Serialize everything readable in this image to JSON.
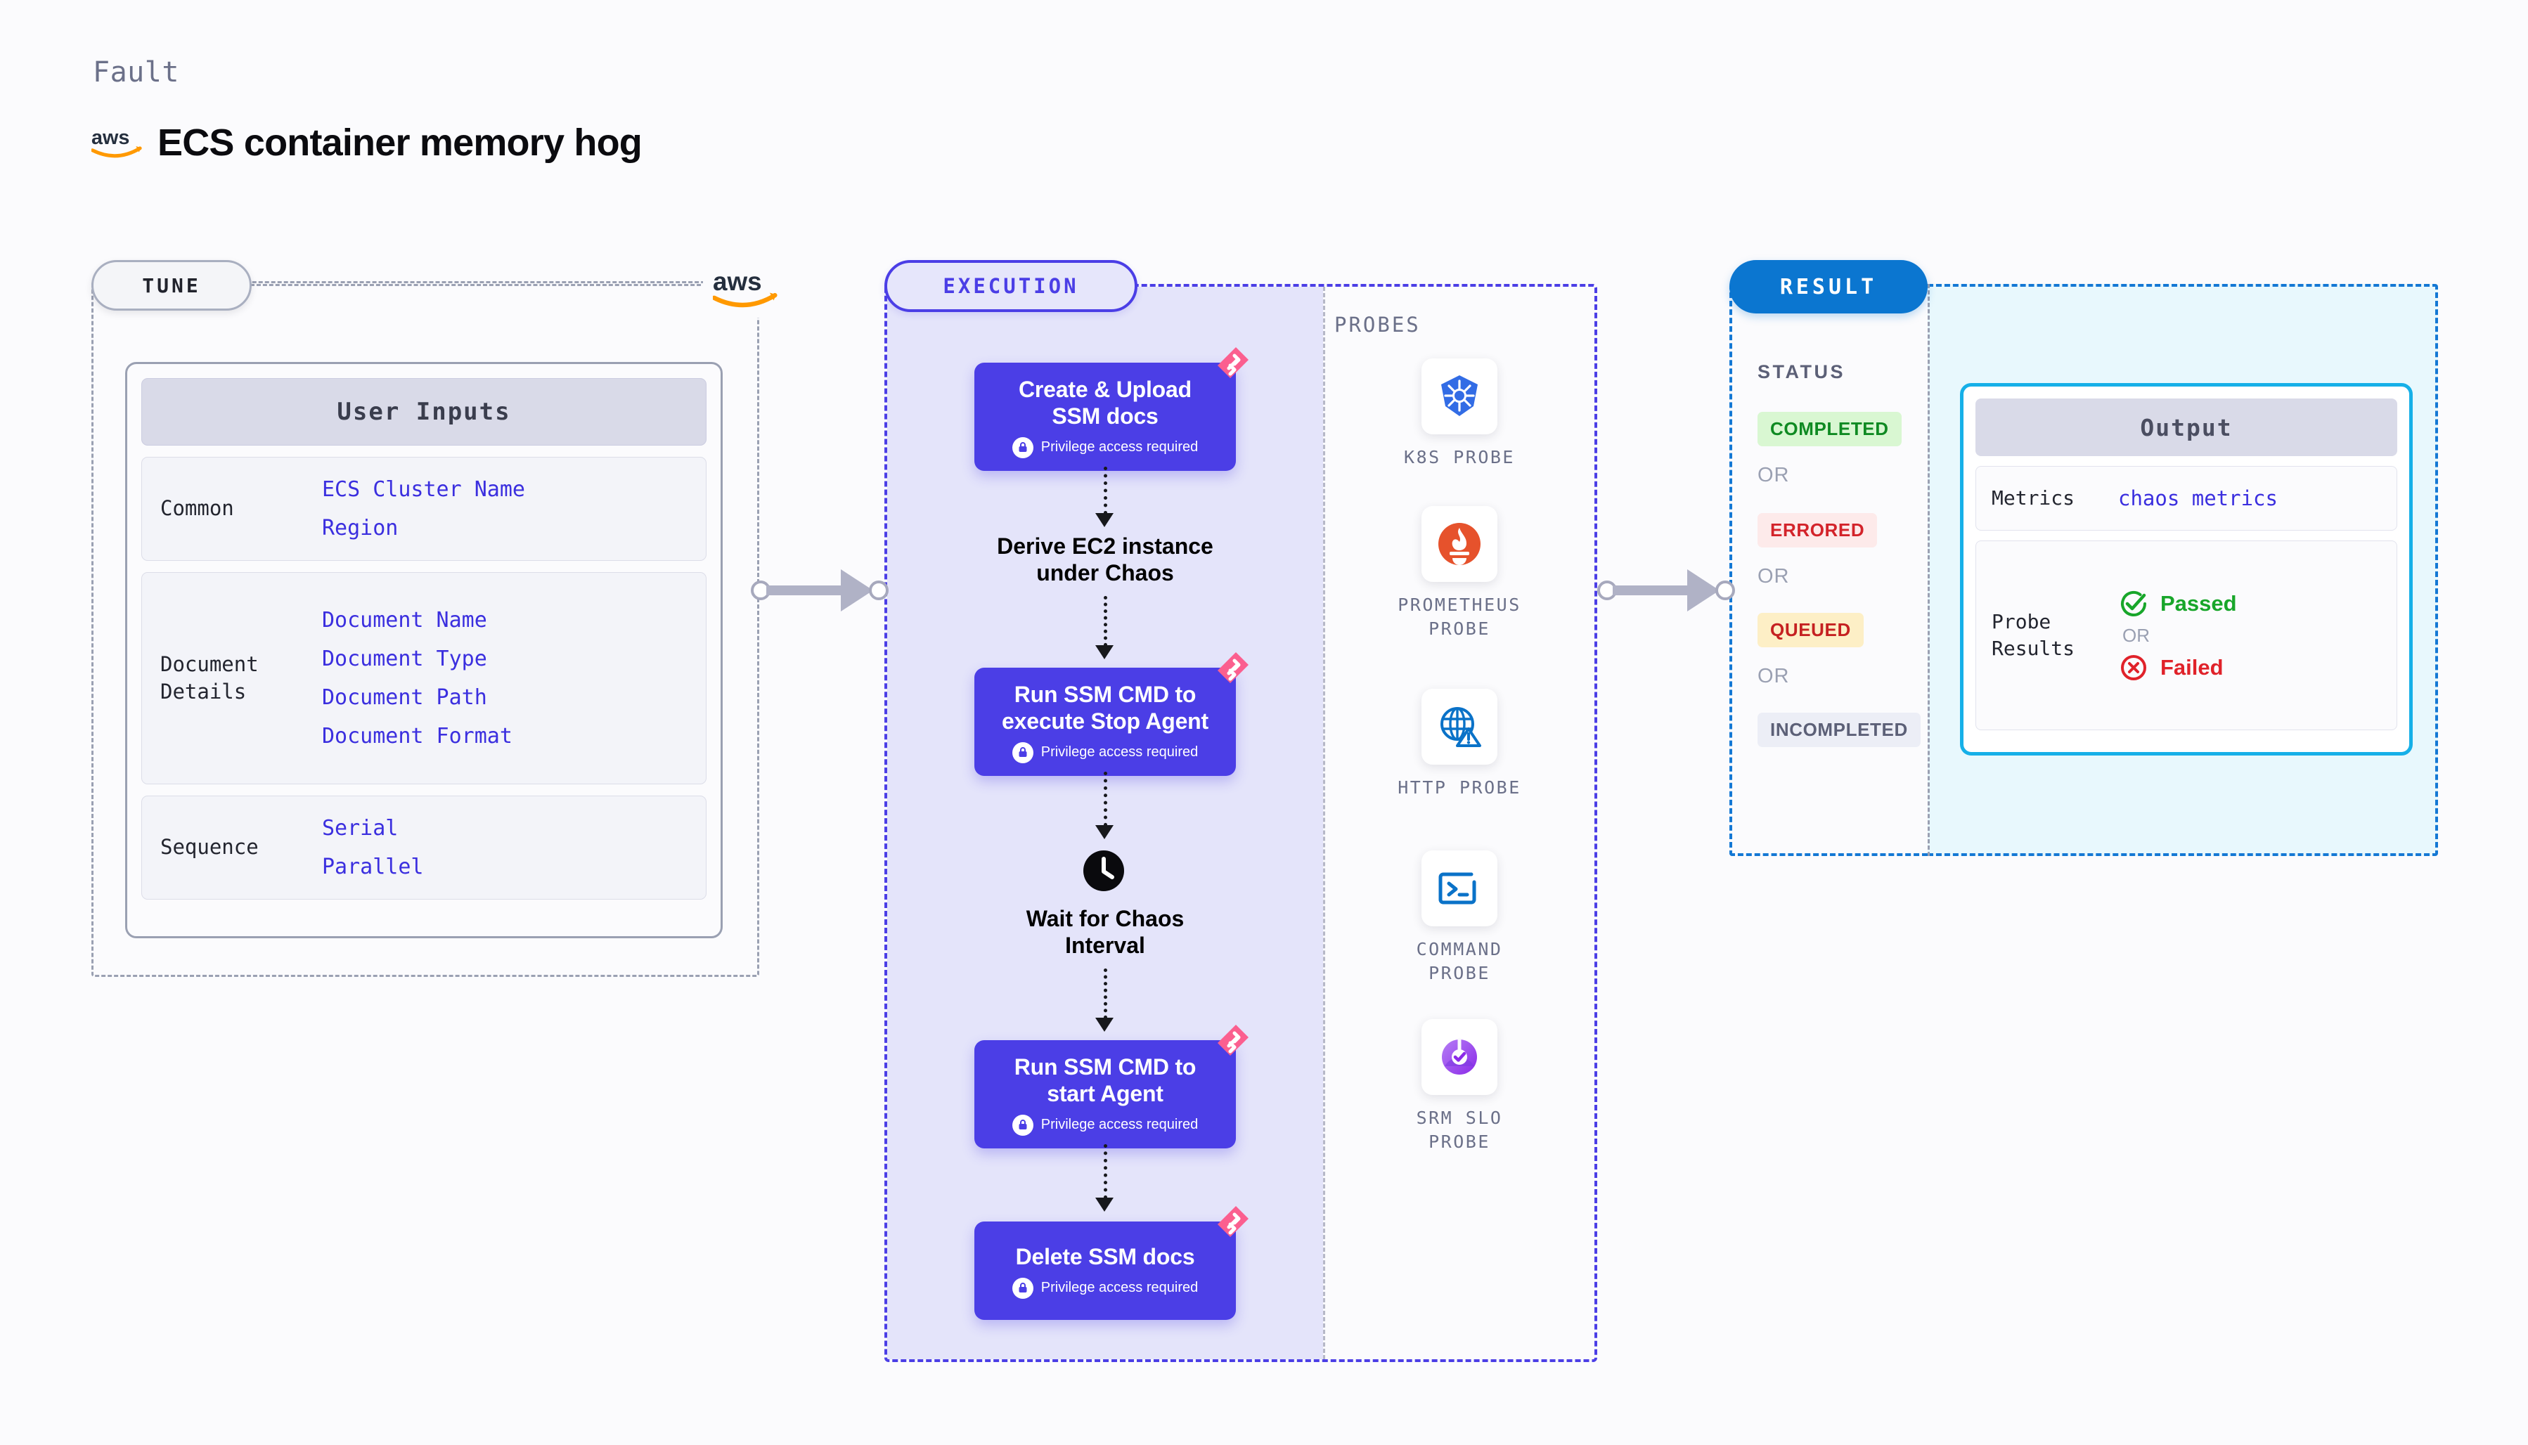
{
  "header": {
    "eyebrow": "Fault",
    "title": "ECS container memory hog",
    "logo_icon": "aws-logo"
  },
  "tune": {
    "pill_label": "TUNE",
    "provider_logo_icon": "aws-logo",
    "user_inputs": {
      "title": "User Inputs",
      "sections": [
        {
          "label": "Common",
          "values": [
            "ECS Cluster Name",
            "Region"
          ]
        },
        {
          "label": "Document\nDetails",
          "values": [
            "Document Name",
            "Document Type",
            "Document Path",
            "Document Format"
          ]
        },
        {
          "label": "Sequence",
          "values": [
            "Serial",
            "Parallel"
          ]
        }
      ]
    }
  },
  "execution": {
    "pill_label": "EXECUTION",
    "privilege_note": "Privilege access required",
    "steps": [
      {
        "kind": "card",
        "title": "Create & Upload\nSSM docs",
        "privileged": true
      },
      {
        "kind": "text",
        "title": "Derive EC2 instance\nunder Chaos"
      },
      {
        "kind": "card",
        "title": "Run SSM CMD to\nexecute Stop Agent",
        "privileged": true
      },
      {
        "kind": "wait",
        "title": "Wait for Chaos\nInterval",
        "icon": "clock-icon"
      },
      {
        "kind": "card",
        "title": "Run SSM CMD to\nstart Agent",
        "privileged": true
      },
      {
        "kind": "card",
        "title": "Delete SSM docs",
        "privileged": true
      }
    ]
  },
  "probes": {
    "section_label": "PROBES",
    "items": [
      {
        "label": "K8S PROBE",
        "icon": "kubernetes-icon"
      },
      {
        "label": "PROMETHEUS\nPROBE",
        "icon": "prometheus-icon"
      },
      {
        "label": "HTTP PROBE",
        "icon": "http-globe-icon"
      },
      {
        "label": "COMMAND\nPROBE",
        "icon": "terminal-icon"
      },
      {
        "label": "SRM SLO\nPROBE",
        "icon": "srm-slo-icon"
      }
    ]
  },
  "result": {
    "pill_label": "RESULT",
    "status_label": "STATUS",
    "or_label": "OR",
    "statuses": [
      {
        "text": "COMPLETED",
        "bg": "#d9f7d2",
        "fg": "#0f8a22"
      },
      {
        "text": "ERRORED",
        "bg": "#fdeaea",
        "fg": "#d3232a"
      },
      {
        "text": "QUEUED",
        "bg": "#fdefc6",
        "fg": "#c52121"
      },
      {
        "text": "INCOMPLETED",
        "bg": "#eceef6",
        "fg": "#5c6077"
      }
    ],
    "output": {
      "title": "Output",
      "metrics_label": "Metrics",
      "metrics_value": "chaos metrics",
      "probe_results_label": "Probe\nResults",
      "passed_label": "Passed",
      "failed_label": "Failed",
      "or_label": "OR",
      "passed_icon": "check-circle-icon",
      "failed_icon": "x-circle-icon",
      "passed_color": "#18a62a",
      "failed_color": "#e0222a"
    }
  },
  "connectors": {
    "tune_to_execution": "arrow-right-icon",
    "execution_to_result": "arrow-right-icon"
  },
  "colors": {
    "accent_purple": "#4b3ee6",
    "accent_blue": "#0b76d0",
    "chaos_pink": "#fb5f8f",
    "panel_fill": "#e4e4fa",
    "output_fill": "#e8f8fd"
  }
}
